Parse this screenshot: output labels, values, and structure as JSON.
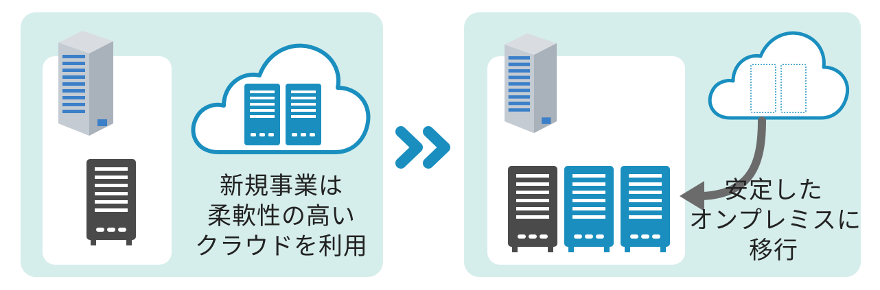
{
  "colors": {
    "panel_bg": "#d6eeeb",
    "inner_bg": "#ffffff",
    "accent_blue": "#1a8fbf",
    "rack_gray": "#4a4a4a",
    "arrow_gray": "#6b6b6b",
    "text": "#222222"
  },
  "left_panel": {
    "caption_lines": [
      "新規事業は",
      "柔軟性の高い",
      "クラウドを利用"
    ]
  },
  "right_panel": {
    "caption_lines": [
      "安定した",
      "オンプレミスに",
      "移行"
    ]
  },
  "icons": {
    "left_building": "data-center-building-icon",
    "left_rack": "on-premise-rack-icon",
    "left_cloud": "cloud-servers-icon",
    "transition": "double-chevron-right-icon",
    "right_building": "data-center-building-icon",
    "right_racks": "server-racks-icon",
    "right_cloud": "empty-cloud-icon",
    "migration_arrow": "migration-arrow-icon"
  }
}
